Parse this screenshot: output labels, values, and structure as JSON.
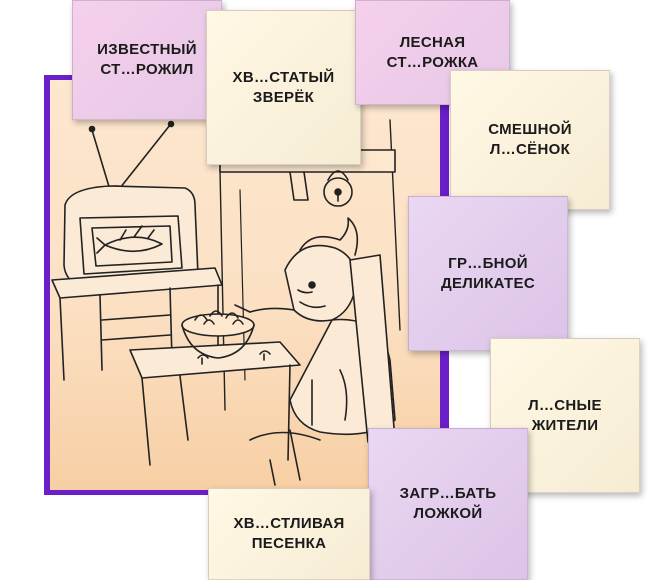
{
  "cards": [
    {
      "text": "ИЗВЕСТНЫЙ\nСТ…РОЖИЛ"
    },
    {
      "text": "ХВ…СТАТЫЙ\nЗВЕРЁК"
    },
    {
      "text": "ЛЕСНАЯ\nСТ…РОЖКА"
    },
    {
      "text": "СМЕШНОЙ\nЛ…СЁНОК"
    },
    {
      "text": "ГР…БНОЙ\nДЕЛИКАТЕС"
    },
    {
      "text": "Л…СНЫЕ\nЖИТЕЛИ"
    },
    {
      "text": "ЗАГР…БАТЬ\nЛОЖКОЙ"
    },
    {
      "text": "ХВ…СТЛИВАЯ\nПЕСЕНКА"
    }
  ],
  "colors": {
    "frame": "#6a1fc9",
    "card_pink": "#f0cdea",
    "card_cream": "#fdf6e2",
    "card_lilac": "#e4cfee"
  },
  "illustration": {
    "subject": "cartoon-man-eating-mushrooms-in-front-of-tv"
  }
}
